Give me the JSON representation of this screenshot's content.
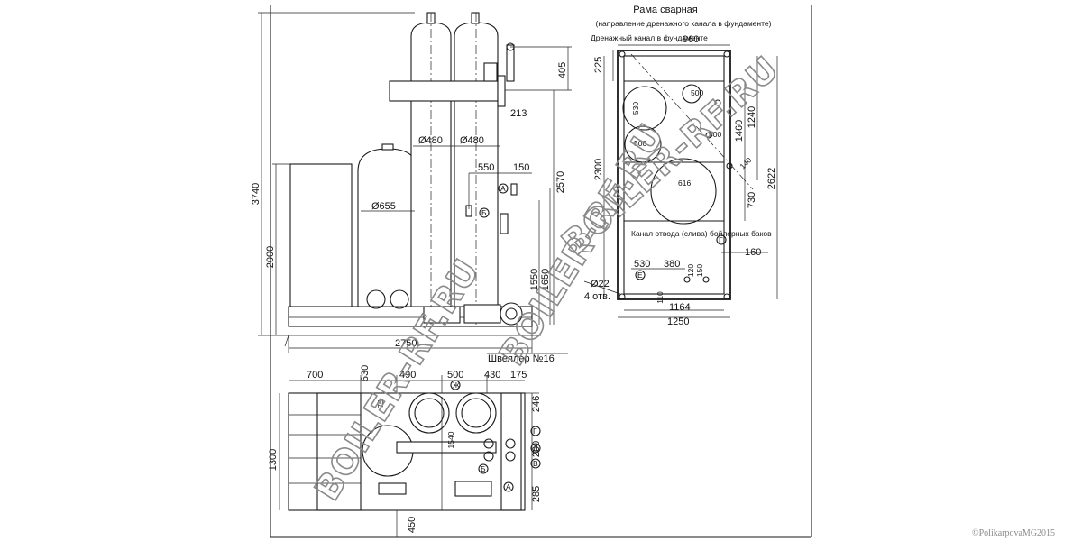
{
  "frame_title": "Рама сварная",
  "frame_subtitle": "(направление дренажного канала в фундаменте)",
  "drain_channel_label": "Дренажный канал в фундаменте",
  "tank_outlet_label": "Канал отвода (слива) бойлерных баков",
  "channel_label": "Швеллер №16",
  "holes_label_1": "Ø22",
  "holes_label_2": "4 отв.",
  "copyright": "©PolikarpovaMG2015",
  "watermarks": [
    "BOILER-RF.RU",
    "BOILER-RF.RU",
    "BOILER-RF.RU"
  ],
  "markers": {
    "A": "А",
    "B": "Б",
    "V": "В",
    "G": "Г",
    "D": "Д",
    "E": "Е",
    "Zh": "Ж"
  },
  "dims_front": {
    "d1": "3740",
    "d2": "2000",
    "d3": "2570",
    "d4": "405",
    "d5": "213",
    "d6": "Ø480",
    "d7": "Ø480",
    "d8": "550",
    "d9": "150",
    "d10": "Ø655",
    "d11": "1550",
    "d12": "1650",
    "d13": "2750"
  },
  "dims_plan": {
    "p1": "700",
    "p2": "630",
    "p3": "490",
    "p4": "500",
    "p5": "430",
    "p6": "175",
    "p7": "75",
    "p8": "1540",
    "p9": "246",
    "p10": "200",
    "p11": "285",
    "p12": "1300",
    "p13": "450"
  },
  "dims_frame": {
    "f1": "960",
    "f2": "225",
    "f3": "2300",
    "f4": "1460",
    "f5": "1240",
    "f6": "2622",
    "f7": "730",
    "f8": "530",
    "f9": "500",
    "f10": "500",
    "f11": "616",
    "f12": "500",
    "f13": "380",
    "f14": "120",
    "f15": "150",
    "f16": "160",
    "f17": "530",
    "f18": "110",
    "f19": "1164",
    "f20": "1250",
    "f21": "140"
  }
}
